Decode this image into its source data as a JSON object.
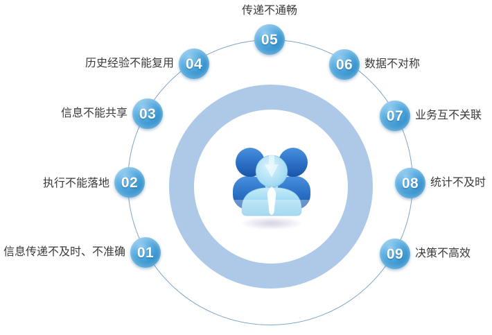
{
  "diagram": {
    "type": "circular-problem-cycle",
    "center_icon": "people-group-icon",
    "nodes": [
      {
        "number": "01",
        "label": "信息传递不及时、不准确"
      },
      {
        "number": "02",
        "label": "执行不能落地"
      },
      {
        "number": "03",
        "label": "信息不能共享"
      },
      {
        "number": "04",
        "label": "历史经验不能复用"
      },
      {
        "number": "05",
        "label": "传递不通畅"
      },
      {
        "number": "06",
        "label": "数据不对称"
      },
      {
        "number": "07",
        "label": "业务互不关联"
      },
      {
        "number": "08",
        "label": "统计不及时"
      },
      {
        "number": "09",
        "label": "决策不高效"
      }
    ],
    "colors": {
      "node_sphere": "#2f8dc9",
      "node_highlight": "#93cdf0",
      "node_number_text": "#ffffff",
      "orbit_line": "#7aa5c9",
      "center_ring": "#aec9e8",
      "label_text": "#3a3a3a",
      "back_person": "#2a6fc4",
      "front_person": "#8fd2ef"
    }
  }
}
